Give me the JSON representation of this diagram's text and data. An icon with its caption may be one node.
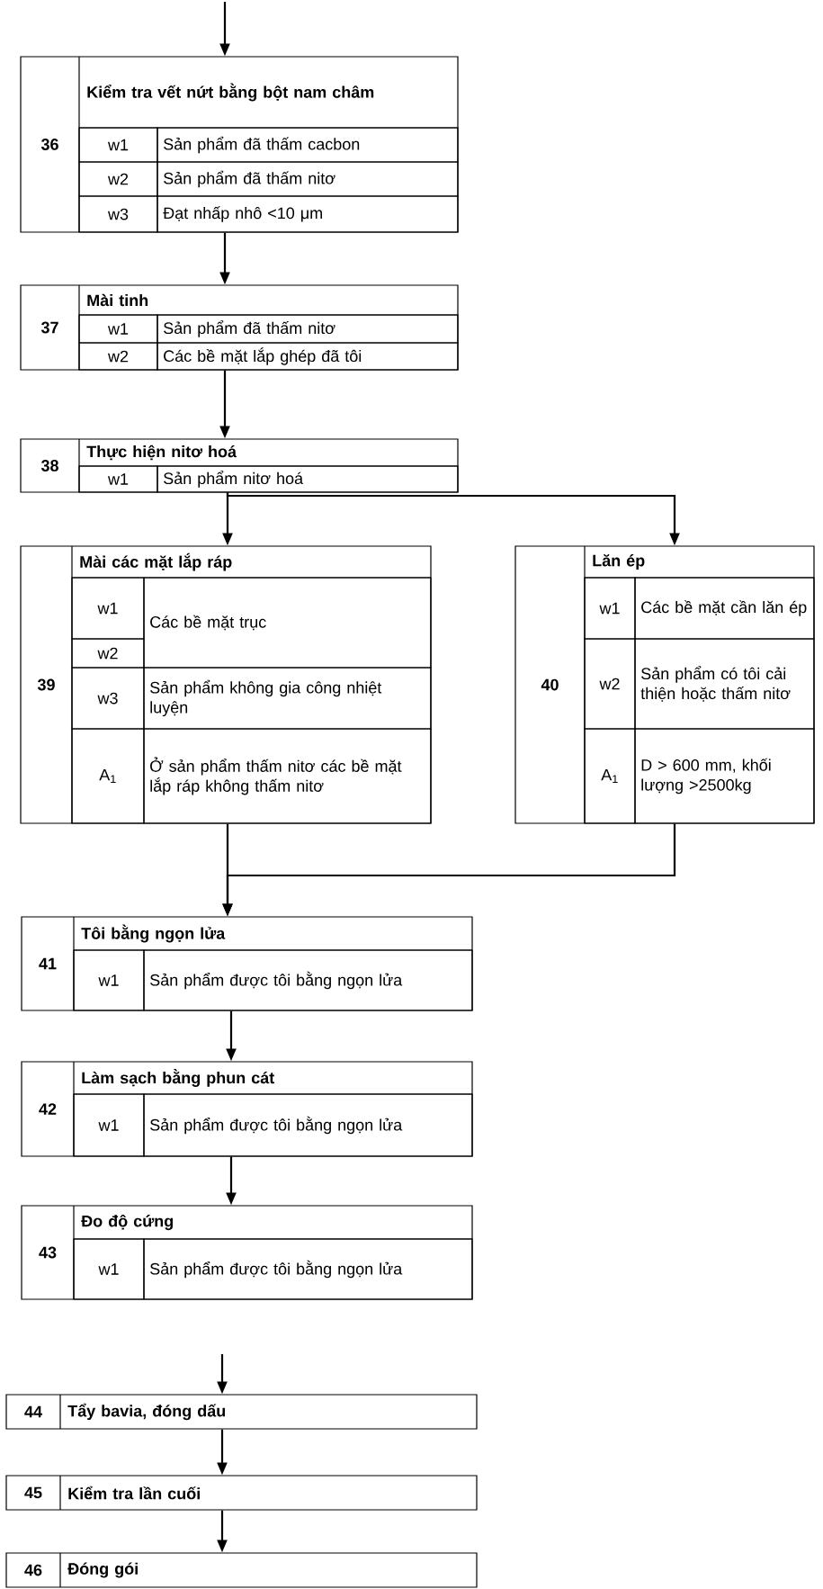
{
  "diagram": {
    "nodes": [
      {
        "text": [
          "36",
          "Kiểm tra vết nứt bằng bột nam châm",
          "w1",
          "Sản phẩm đã thấm  cacbon",
          "w2",
          "Sản phẩm đã thấm  nitơ",
          "w3",
          "Đạt nhấp nhô <10 μm"
        ]
      },
      {
        "text": [
          "37",
          "Mài tinh",
          "w1",
          "Sản phẩm đã thấm  nitơ",
          "w2",
          "Các bề mặt lắp ghép đã tôi"
        ]
      },
      {
        "text": [
          "38",
          "Thực hiện nitơ hoá",
          "w1",
          "Sản phẩm  nitơ hoá"
        ]
      },
      {
        "text": [
          "39",
          "Mài các mặt lắp ráp",
          "w1",
          "w2",
          "Các bề mặt trục",
          "w3",
          "Sản phẩm không gia công nhiệt luyện",
          "A$_{1}$",
          "Ở sản phẩm thấm nitơ các bề mặt lắp ráp không thấm nitơ"
        ]
      },
      {
        "text": [
          "40",
          "Lăn ép",
          "w1",
          "Các bề mặt cần lăn ép",
          "w2",
          "Sản phẩm có tôi cải thiện hoặc thấm nitơ",
          "A$_{1}$",
          "D > 600 mm, khối lượng >2500kg"
        ]
      },
      {
        "text": [
          "41",
          "Tôi bằng ngọn lửa",
          "w1",
          "Sản phẩm được tôi bằng ngọn lửa"
        ]
      },
      {
        "text": [
          "42",
          "Làm sạch bằng phun cát",
          "w1",
          "Sản phẩm được tôi bằng ngọn lửa"
        ]
      },
      {
        "text": [
          "43",
          "Đo độ cứng",
          "w1",
          "Sản phẩm được tôi bằng ngọn lửa"
        ]
      },
      {
        "text": [
          "44",
          "Tẩy bavia, đóng dấu"
        ]
      },
      {
        "text": [
          "45",
          "Kiểm tra lần cuối"
        ]
      },
      {
        "text": [
          "46",
          "Đóng gói"
        ]
      }
    ],
    "edges": [
      {
        "from": null,
        "to": 0,
        "arrow": "to"
      },
      {
        "from": 0,
        "to": 1,
        "arrow": "to"
      },
      {
        "from": 1,
        "to": 2,
        "arrow": "to"
      },
      {
        "from": 2,
        "to": 3,
        "arrow": "to"
      },
      {
        "from": 2,
        "to": 4,
        "arrow": "to"
      },
      {
        "from": 3,
        "to": 5,
        "arrow": "to"
      },
      {
        "from": 4,
        "to": 5,
        "arrow": "to"
      },
      {
        "from": 5,
        "to": 6,
        "arrow": "to"
      },
      {
        "from": 6,
        "to": 7,
        "arrow": "to"
      },
      {
        "from": null,
        "to": 8,
        "arrow": "to"
      },
      {
        "from": 8,
        "to": 9,
        "arrow": "to"
      },
      {
        "from": 9,
        "to": 10,
        "arrow": "to"
      }
    ]
  }
}
